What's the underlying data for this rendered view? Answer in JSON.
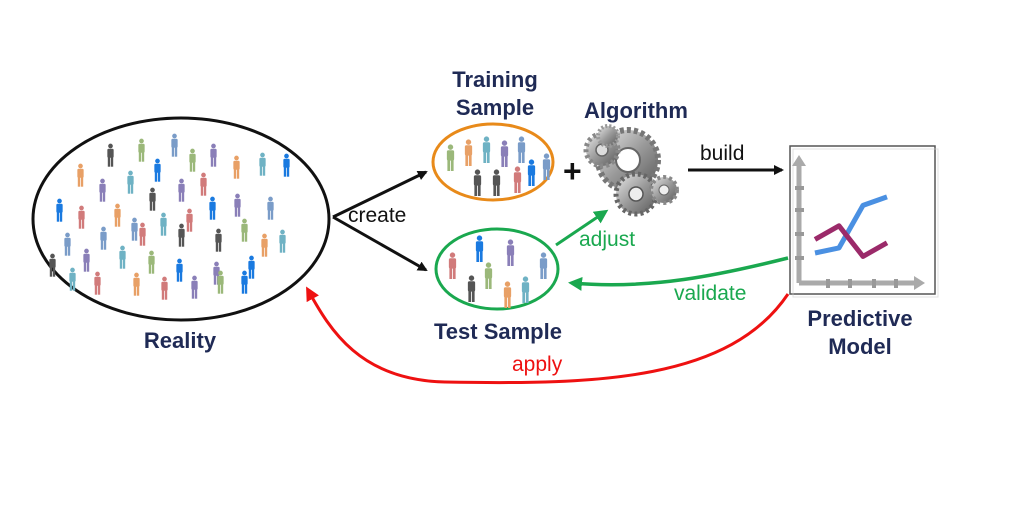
{
  "nodes": {
    "reality": {
      "label": "Reality"
    },
    "training": {
      "label_line1": "Training",
      "label_line2": "Sample"
    },
    "algorithm": {
      "label": "Algorithm"
    },
    "test": {
      "label": "Test Sample"
    },
    "model": {
      "label_line1": "Predictive",
      "label_line2": "Model"
    }
  },
  "edges": {
    "create": "create",
    "build": "build",
    "adjust": "adjust",
    "validate": "validate",
    "apply": "apply"
  },
  "plus": "+",
  "colors": {
    "title": "#1f2a55",
    "training_border": "#e88a1a",
    "test_border": "#1aa84f",
    "apply": "#ee1111",
    "green": "#1aa84f",
    "black": "#111111",
    "people": [
      "#e8a066",
      "#8a7fb8",
      "#6fb2c4",
      "#d17b7b",
      "#9bb87a",
      "#555555",
      "#1a7ae0",
      "#7a9cc8"
    ]
  },
  "model_chart": {
    "series": [
      {
        "name": "blue",
        "color": "#4a90e2",
        "values": [
          1,
          1.3,
          3.8,
          4.3
        ]
      },
      {
        "name": "purple",
        "color": "#9b2a6a",
        "values": [
          1.8,
          2.6,
          0.8,
          1.6
        ]
      }
    ]
  }
}
